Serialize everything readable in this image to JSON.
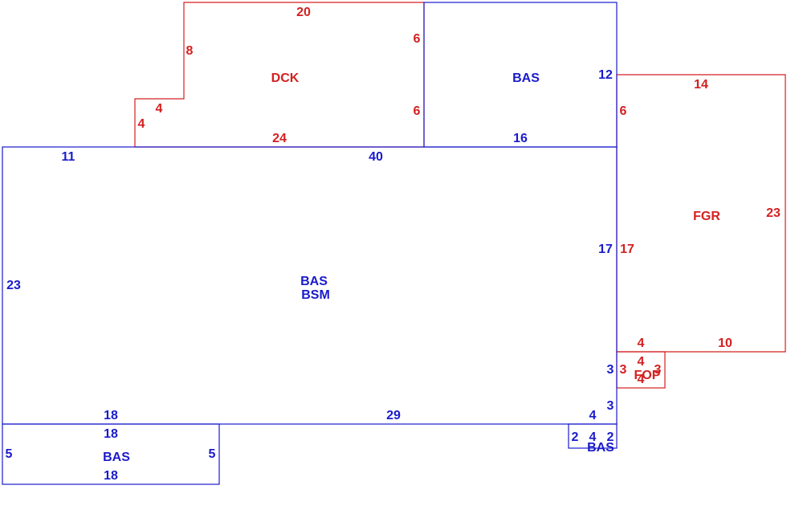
{
  "colors": {
    "blue": "#1a1acc",
    "red": "#d42020",
    "background": "#ffffff"
  },
  "areas": {
    "dck": "DCK",
    "bas_top": "BAS",
    "fgr": "FGR",
    "main_line1": "BAS",
    "main_line2": "BSM",
    "bas_bottom_left": "BAS",
    "fop": "FOP",
    "bas_small": "BAS"
  },
  "dimensions": {
    "dck_top": "20",
    "dck_left_upper": "8",
    "dck_step_h": "4",
    "dck_step_v": "4",
    "dck_right_upper": "6",
    "dck_right_lower": "6",
    "dck_bottom": "24",
    "bas_top_right": "12",
    "bas_top_bottom": "16",
    "fgr_top": "14",
    "fgr_left_upper": "6",
    "fgr_right": "23",
    "fgr_left": "17",
    "fgr_bottom_left": "4",
    "fgr_bottom": "10",
    "main_top_left": "11",
    "main_top": "40",
    "main_left": "23",
    "main_right": "17",
    "main_right_a": "3",
    "main_right_b": "3",
    "main_bottom_left": "18",
    "main_bottom": "29",
    "main_bottom_right": "4",
    "fop_left": "3",
    "fop_top": "4",
    "fop_right": "3",
    "fop_bottom": "4",
    "basl_top": "18",
    "basl_left": "5",
    "basl_right": "5",
    "basl_bottom": "18",
    "bass_left": "2",
    "bass_mid": "4",
    "bass_right": "2"
  }
}
